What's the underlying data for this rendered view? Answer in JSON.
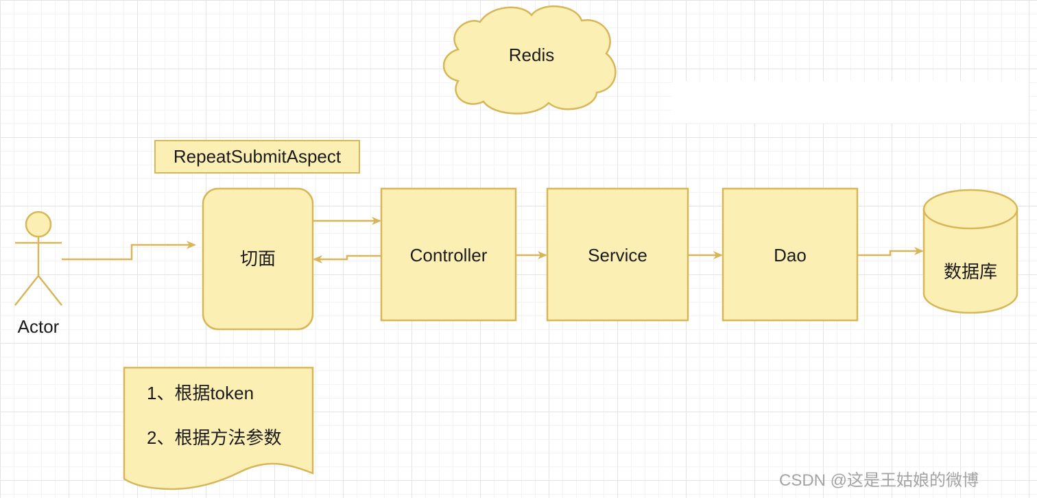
{
  "colors": {
    "fill": "#fcefb4",
    "stroke": "#d6b656",
    "connector": "#d6b656",
    "text": "#1a1a1a",
    "grid": "#e3e3e3"
  },
  "nodes": {
    "redis": "Redis",
    "aspect_label": "RepeatSubmitAspect",
    "aspect": "切面",
    "controller": "Controller",
    "service": "Service",
    "dao": "Dao",
    "database": "数据库",
    "actor": "Actor"
  },
  "note": {
    "line1": "1、根据token",
    "line2": "2、根据方法参数"
  },
  "watermark": "CSDN @这是王姑娘的微博"
}
